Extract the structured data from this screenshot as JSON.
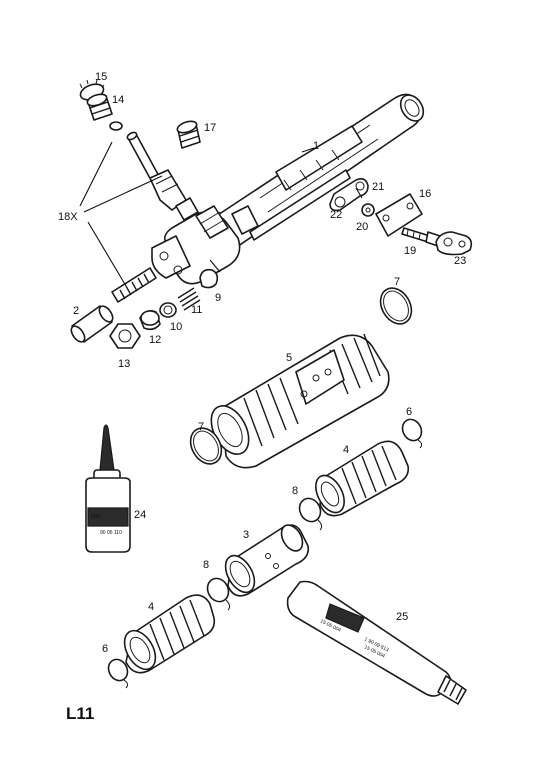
{
  "page_code": "L11",
  "callouts": [
    "15",
    "14",
    "17",
    "1",
    "21",
    "16",
    "18X",
    "22",
    "20",
    "19",
    "23",
    "9",
    "2",
    "11",
    "10",
    "12",
    "13",
    "7",
    "5",
    "7",
    "6",
    "4",
    "8",
    "3",
    "8",
    "4",
    "6",
    "24",
    "25"
  ],
  "product_labels": {
    "bottle_code": "1347",
    "bottle_small": "90 05 110",
    "tube_code_1": "1 90 09 813",
    "tube_code_2": "15 05 004",
    "tube_code_3": "15 05 004"
  }
}
